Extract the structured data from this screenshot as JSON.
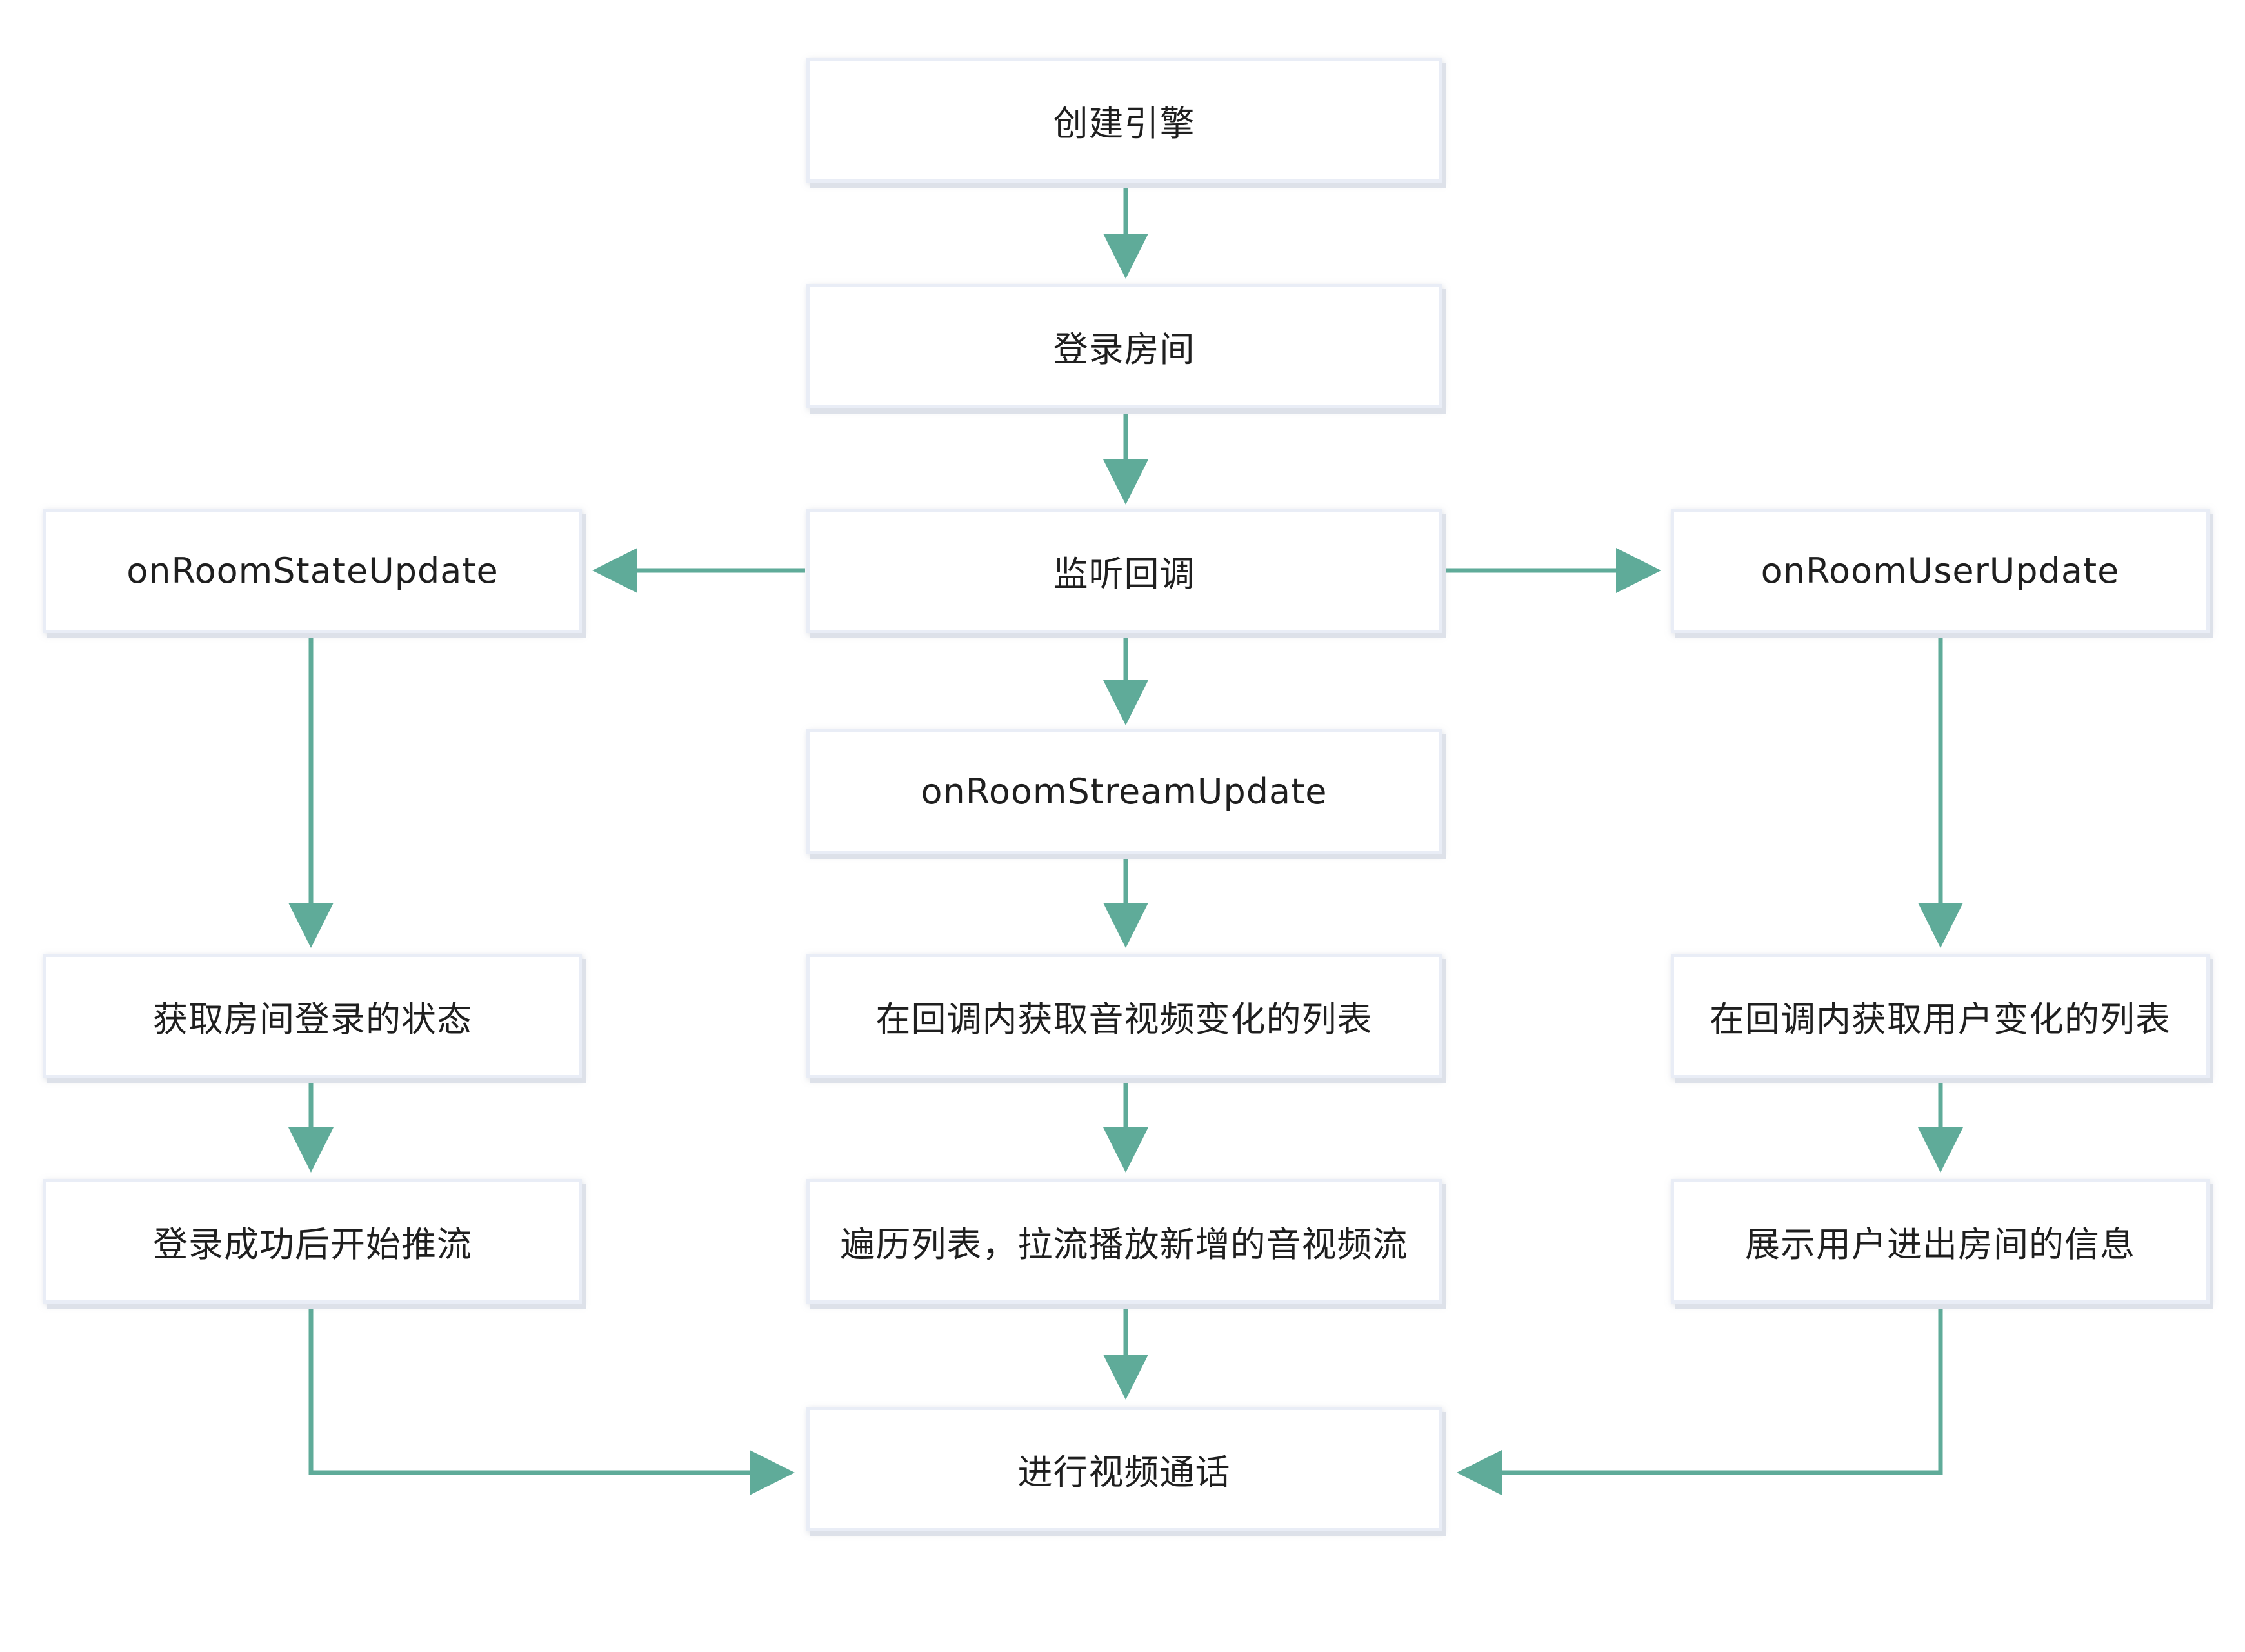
{
  "diagram": {
    "edge_color": "#5fab99",
    "nodes": {
      "create_engine": "创建引擎",
      "login_room": "登录房间",
      "listen_callbacks": "监听回调",
      "on_room_state_update": "onRoomStateUpdate",
      "on_room_user_update": "onRoomUserUpdate",
      "on_room_stream_update": "onRoomStreamUpdate",
      "get_login_state": "获取房间登录的状态",
      "get_stream_list": "在回调内获取音视频变化的列表",
      "get_user_list": "在回调内获取用户变化的列表",
      "start_publish": "登录成功后开始推流",
      "play_new_streams": "遍历列表，拉流播放新增的音视频流",
      "show_user_info": "展示用户进出房间的信息",
      "video_call": "进行视频通话"
    },
    "edges": [
      {
        "from": "create_engine",
        "to": "login_room"
      },
      {
        "from": "login_room",
        "to": "listen_callbacks"
      },
      {
        "from": "listen_callbacks",
        "to": "on_room_state_update"
      },
      {
        "from": "listen_callbacks",
        "to": "on_room_user_update"
      },
      {
        "from": "listen_callbacks",
        "to": "on_room_stream_update"
      },
      {
        "from": "on_room_state_update",
        "to": "get_login_state"
      },
      {
        "from": "on_room_stream_update",
        "to": "get_stream_list"
      },
      {
        "from": "on_room_user_update",
        "to": "get_user_list"
      },
      {
        "from": "get_login_state",
        "to": "start_publish"
      },
      {
        "from": "get_stream_list",
        "to": "play_new_streams"
      },
      {
        "from": "get_user_list",
        "to": "show_user_info"
      },
      {
        "from": "start_publish",
        "to": "video_call"
      },
      {
        "from": "play_new_streams",
        "to": "video_call"
      },
      {
        "from": "show_user_info",
        "to": "video_call"
      }
    ]
  }
}
